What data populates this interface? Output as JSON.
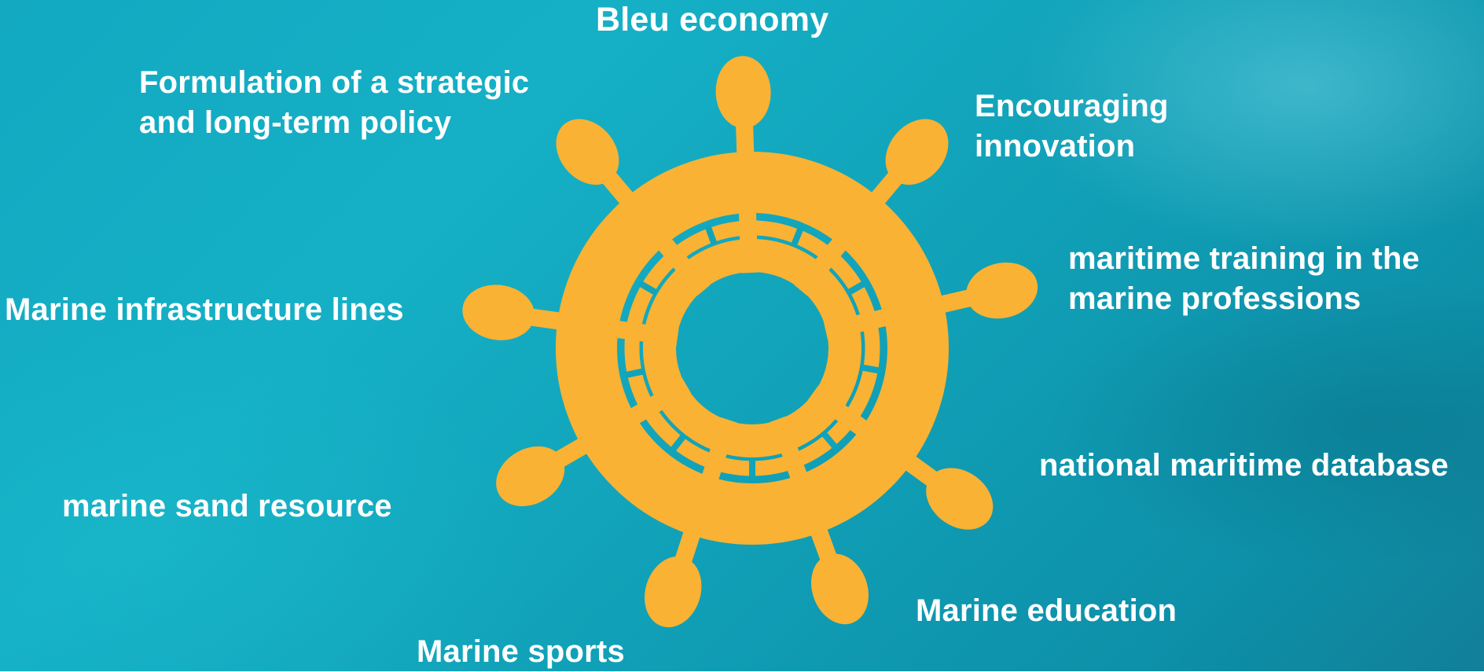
{
  "diagram": {
    "center_label": "Bleu economy",
    "spokes": [
      {
        "id": "strategic-policy",
        "lines": [
          "Formulation of a strategic",
          "and long-term policy"
        ]
      },
      {
        "id": "innovation",
        "lines": [
          "Encouraging",
          "innovation"
        ]
      },
      {
        "id": "maritime-training",
        "lines": [
          "maritime training in the",
          "marine professions"
        ]
      },
      {
        "id": "infrastructure",
        "lines": [
          "Marine infrastructure lines"
        ]
      },
      {
        "id": "database",
        "lines": [
          "national maritime database"
        ]
      },
      {
        "id": "sand",
        "lines": [
          "marine sand resource"
        ]
      },
      {
        "id": "education",
        "lines": [
          "Marine education"
        ]
      },
      {
        "id": "sports",
        "lines": [
          "Marine sports"
        ]
      }
    ]
  },
  "colors": {
    "wheel": "#f9b233",
    "background": "#12a9c1",
    "text": "#ffffff"
  }
}
